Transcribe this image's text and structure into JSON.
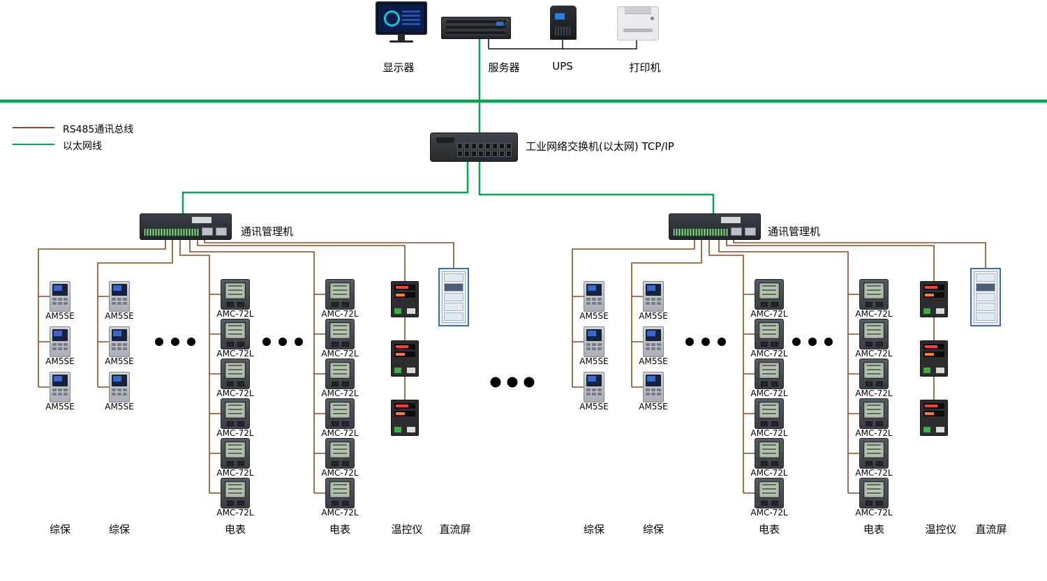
{
  "top": {
    "devices": [
      {
        "id": "monitor",
        "label": "显示器"
      },
      {
        "id": "server",
        "label": "服务器"
      },
      {
        "id": "ups",
        "label": "UPS"
      },
      {
        "id": "printer",
        "label": "打印机"
      }
    ]
  },
  "legend": {
    "items": [
      {
        "label": "RS485通讯总线",
        "color": "#8a4a22"
      },
      {
        "label": "以太网线",
        "color": "#00a651"
      }
    ]
  },
  "network": {
    "switch_label": "工业网络交换机(以太网) TCP/IP"
  },
  "groups": [
    {
      "name": "left",
      "manager_label": "通讯管理机",
      "columns": [
        {
          "type": "am5se",
          "count": 3,
          "device_label": "AM5SE",
          "category": "综保"
        },
        {
          "type": "am5se",
          "count": 3,
          "device_label": "AM5SE",
          "category": "综保"
        },
        {
          "type": "amc",
          "count": 6,
          "device_label": "AMC-72L",
          "category": "电表"
        },
        {
          "type": "amc",
          "count": 6,
          "device_label": "AMC-72L",
          "category": "电表"
        },
        {
          "type": "temp",
          "count": 3,
          "device_label": "",
          "category": "温控仪"
        },
        {
          "type": "cabinet",
          "count": 1,
          "device_label": "",
          "category": "直流屏"
        }
      ]
    },
    {
      "name": "right",
      "manager_label": "通讯管理机",
      "columns": [
        {
          "type": "am5se",
          "count": 3,
          "device_label": "AM5SE",
          "category": "综保"
        },
        {
          "type": "am5se",
          "count": 3,
          "device_label": "AM5SE",
          "category": "综保"
        },
        {
          "type": "amc",
          "count": 6,
          "device_label": "AMC-72L",
          "category": "电表"
        },
        {
          "type": "amc",
          "count": 6,
          "device_label": "AMC-72L",
          "category": "电表"
        },
        {
          "type": "temp",
          "count": 3,
          "device_label": "",
          "category": "温控仪"
        },
        {
          "type": "cabinet",
          "count": 1,
          "device_label": "",
          "category": "直流屏"
        }
      ]
    }
  ],
  "colors": {
    "rs485_bus": "#8a4a22",
    "ethernet": "#00a651",
    "background": "#ffffff"
  }
}
